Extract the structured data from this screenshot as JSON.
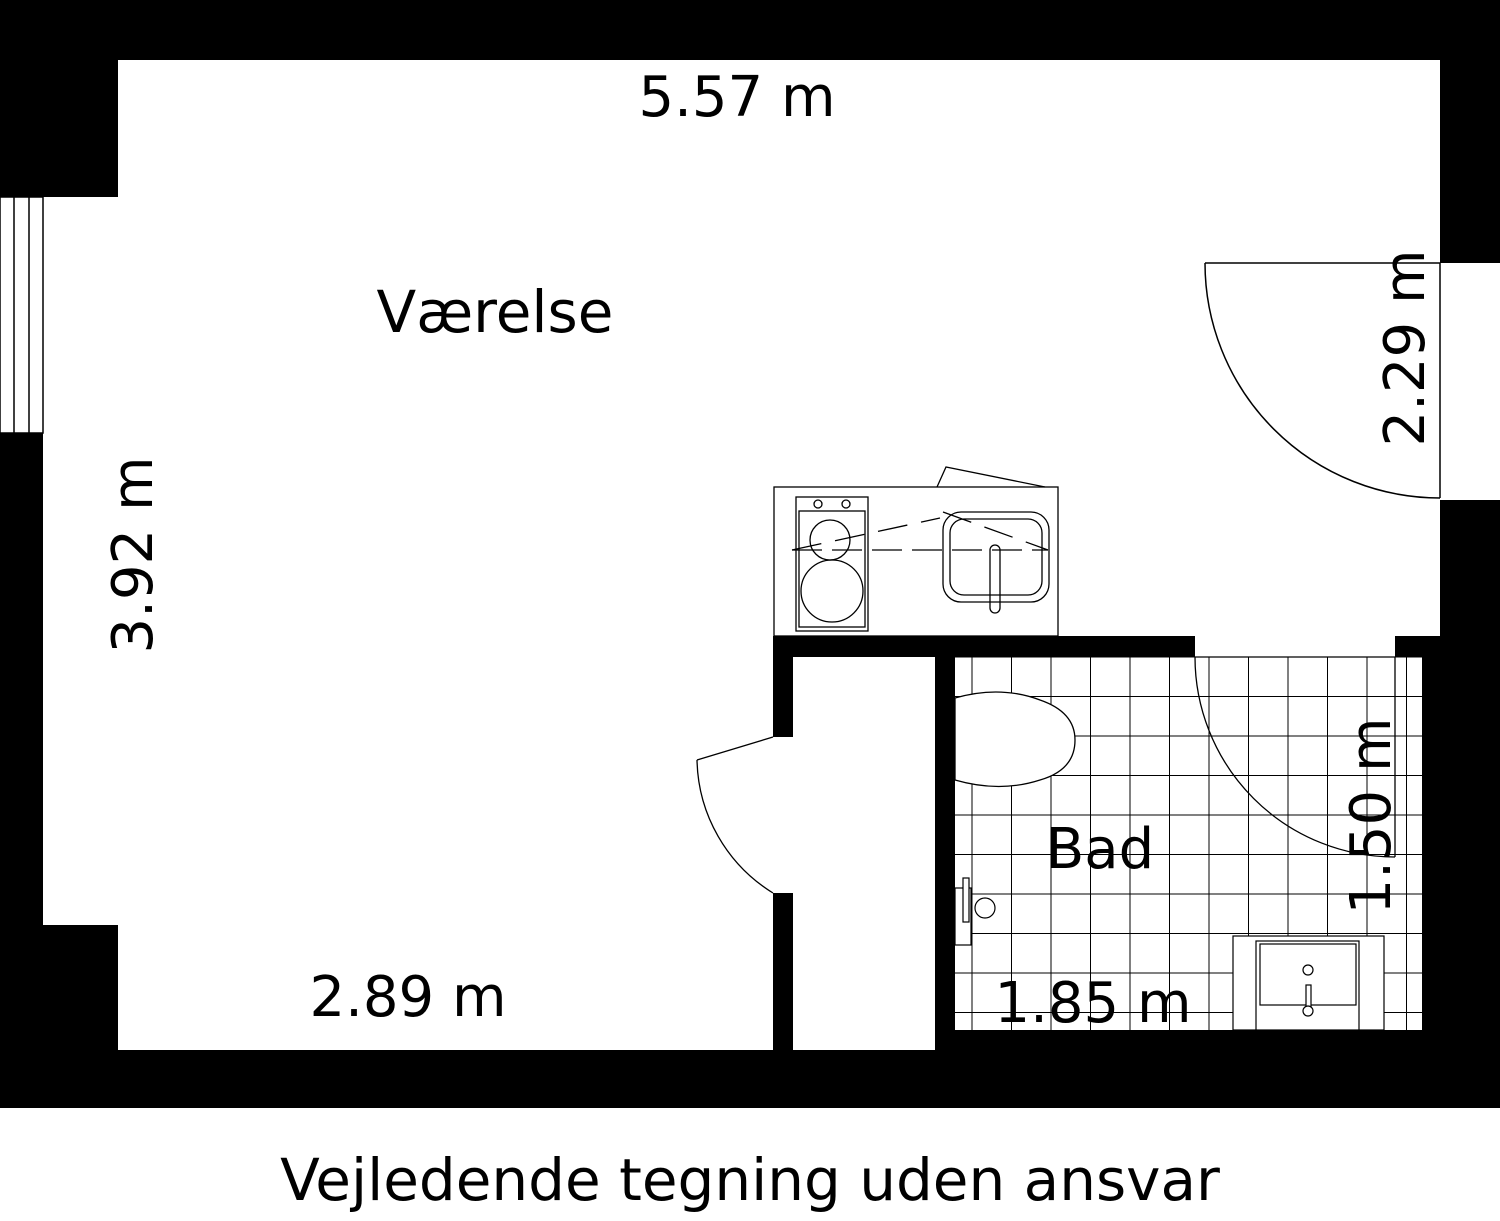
{
  "rooms": {
    "main": "Værelse",
    "bath": "Bad"
  },
  "dimensions": {
    "top_width": "5.57 m",
    "left_height": "3.92 m",
    "bottom_width": "2.89 m",
    "right_door_wall": "2.29 m",
    "bath_width": "1.85 m",
    "bath_height": "1.50 m"
  },
  "caption": "Vejledende tegning uden ansvar",
  "colors": {
    "wall": "#000000",
    "floor": "#ffffff"
  }
}
